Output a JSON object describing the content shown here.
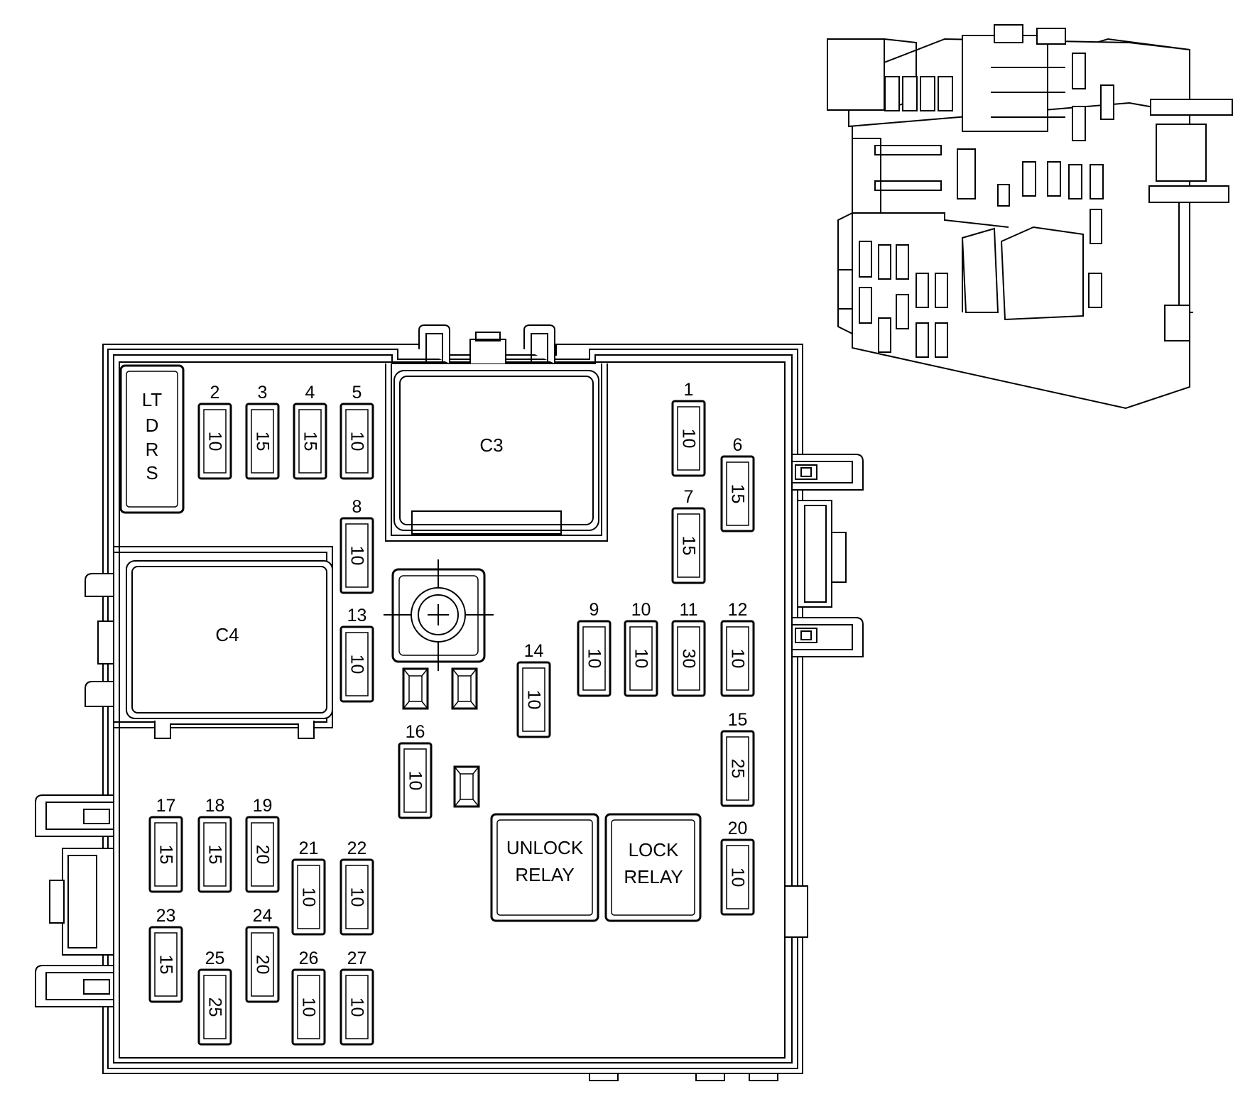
{
  "diagram": {
    "fuses": [
      {
        "number": "1",
        "rating": "10"
      },
      {
        "number": "2",
        "rating": "10"
      },
      {
        "number": "3",
        "rating": "15"
      },
      {
        "number": "4",
        "rating": "15"
      },
      {
        "number": "5",
        "rating": "10"
      },
      {
        "number": "6",
        "rating": "15"
      },
      {
        "number": "7",
        "rating": "15"
      },
      {
        "number": "8",
        "rating": "10"
      },
      {
        "number": "9",
        "rating": "10"
      },
      {
        "number": "10",
        "rating": "10"
      },
      {
        "number": "11",
        "rating": "30"
      },
      {
        "number": "12",
        "rating": "10"
      },
      {
        "number": "13",
        "rating": "10"
      },
      {
        "number": "14",
        "rating": "10"
      },
      {
        "number": "15",
        "rating": "25"
      },
      {
        "number": "16",
        "rating": "10"
      },
      {
        "number": "17",
        "rating": "15"
      },
      {
        "number": "18",
        "rating": "15"
      },
      {
        "number": "19",
        "rating": "20"
      },
      {
        "number": "20",
        "rating": "10"
      },
      {
        "number": "21",
        "rating": "10"
      },
      {
        "number": "22",
        "rating": "10"
      },
      {
        "number": "23",
        "rating": "15"
      },
      {
        "number": "24",
        "rating": "20"
      },
      {
        "number": "25",
        "rating": "25"
      },
      {
        "number": "26",
        "rating": "10"
      },
      {
        "number": "27",
        "rating": "10"
      }
    ],
    "lt_drs": [
      "LT",
      "D",
      "R",
      "S"
    ],
    "connectors": {
      "c3": "C3",
      "c4": "C4"
    },
    "relays": {
      "unlock": [
        "UNLOCK",
        "RELAY"
      ],
      "lock": [
        "LOCK",
        "RELAY"
      ]
    }
  }
}
